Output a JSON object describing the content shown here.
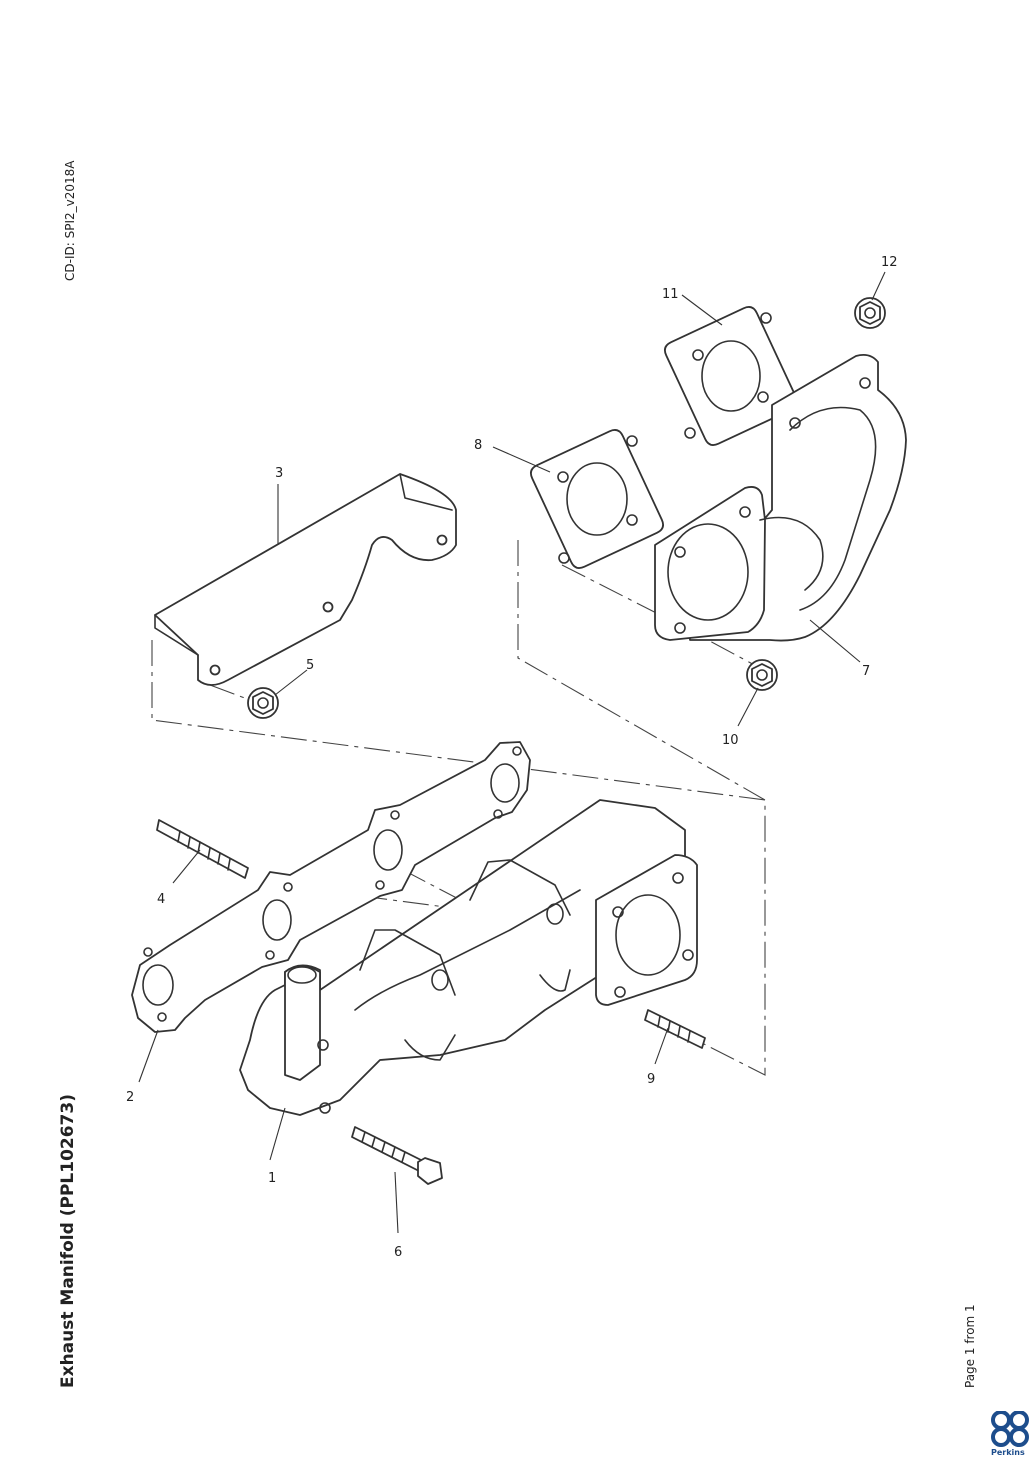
{
  "header": {
    "title": "Exhaust Manifold (PPL102673)",
    "cd_id": "CD-ID: SPI2_v2018A",
    "page_info": "Page 1 from 1"
  },
  "brand": {
    "name": "Perkins",
    "color": "#1d4d8c",
    "icon": "perkins-logo-icon"
  },
  "callouts": [
    "1",
    "2",
    "3",
    "4",
    "5",
    "6",
    "7",
    "8",
    "9",
    "10",
    "11",
    "12"
  ],
  "parts": [
    {
      "callout": "1",
      "icon": "exhaust-manifold-icon"
    },
    {
      "callout": "2",
      "icon": "manifold-gasket-icon"
    },
    {
      "callout": "3",
      "icon": "heat-shield-icon"
    },
    {
      "callout": "4",
      "icon": "stud-icon"
    },
    {
      "callout": "5",
      "icon": "flange-nut-icon"
    },
    {
      "callout": "6",
      "icon": "bolt-icon"
    },
    {
      "callout": "7",
      "icon": "elbow-icon"
    },
    {
      "callout": "8",
      "icon": "flange-gasket-icon"
    },
    {
      "callout": "9",
      "icon": "stud-icon"
    },
    {
      "callout": "10",
      "icon": "flange-nut-icon"
    },
    {
      "callout": "11",
      "icon": "flange-gasket-icon"
    },
    {
      "callout": "12",
      "icon": "flange-nut-icon"
    }
  ]
}
